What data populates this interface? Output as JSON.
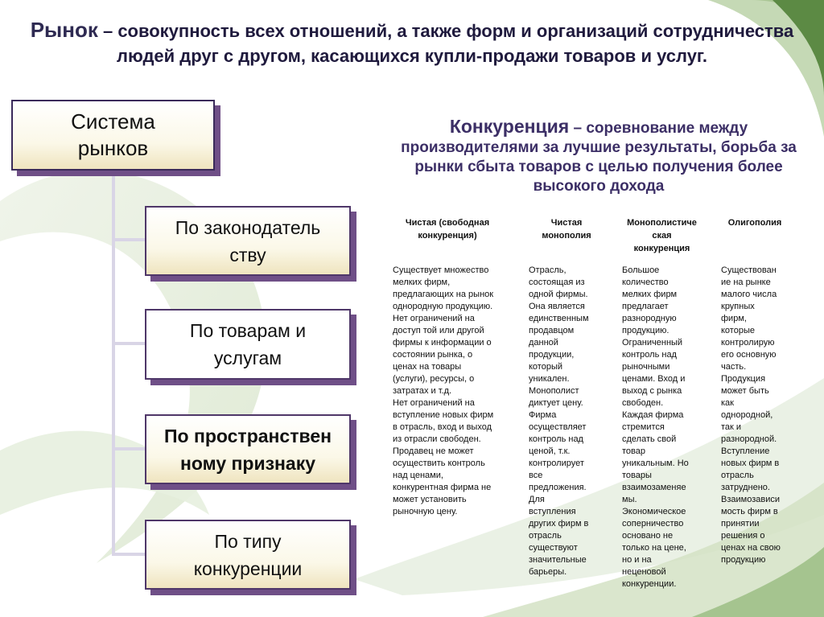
{
  "title": {
    "term": "Рынок",
    "definition": " – совокупность всех отношений, а также форм и организаций сотрудничества людей друг с другом, касающихся купли-продажи товаров и услуг."
  },
  "tree": {
    "root": [
      "Система",
      "рынков"
    ],
    "children": [
      [
        "По законодатель",
        "ству"
      ],
      [
        "По товарам и",
        "услугам"
      ],
      [
        "По пространствен",
        "ному признаку"
      ],
      [
        "По типу",
        "конкуренции"
      ]
    ]
  },
  "competition": {
    "term": "Конкуренция",
    "definition": " – соревнование между производителями за лучшие результаты, борьба за рынки сбыта товаров с целью получения более высокого дохода"
  },
  "table": {
    "headers": [
      [
        "Чистая (свободная",
        "конкуренция)"
      ],
      [
        "Чистая",
        "монополия"
      ],
      [
        "Монополистиче",
        "ская",
        "конкуренция"
      ],
      [
        "Олигополия"
      ]
    ],
    "columns": [
      [
        "Существует множество",
        "мелких фирм,",
        "предлагающих на рынок",
        "однородную продукцию.",
        "Нет ограничений на",
        "доступ той или другой",
        "фирмы к информации о",
        "состоянии рынка, о",
        "ценах на товары",
        "(услуги), ресурсы, о",
        "затратах и т.д.",
        "Нет ограничений на",
        "вступление новых фирм",
        "в отрасль, вход и выход",
        "из отрасли свободен.",
        "Продавец не может",
        "осуществить контроль",
        "над ценами,",
        "конкурентная фирма не",
        "может установить",
        "рыночную цену."
      ],
      [
        "Отрасль,",
        "состоящая из",
        "одной фирмы.",
        "Она является",
        "единственным",
        "продавцом",
        "данной",
        "продукции,",
        "который",
        "уникален.",
        "Монополист",
        "диктует цену.",
        "Фирма",
        "осуществляет",
        "контроль над",
        "ценой, т.к.",
        "контролирует",
        "все",
        "предложения.",
        "Для",
        "вступления",
        "других фирм в",
        "отрасль",
        "существуют",
        "значительные",
        "барьеры."
      ],
      [
        "Большое",
        "количество",
        "мелких фирм",
        "предлагает",
        "разнородную",
        "продукцию.",
        "Ограниченный",
        "контроль над",
        "рыночными",
        "ценами. Вход и",
        "выход с рынка",
        "свободен.",
        "Каждая фирма",
        "стремится",
        "сделать свой",
        "товар",
        "уникальным. Но",
        "товары",
        "взаимозаменяе",
        "мы.",
        "Экономическое",
        "соперничество",
        "основано не",
        "только на цене,",
        "но и на",
        "неценовой",
        "конкуренции."
      ],
      [
        "Существован",
        "ие на рынке",
        "малого числа",
        "крупных",
        "фирм,",
        "которые",
        "контролирую",
        "его основную",
        "часть.",
        "Продукция",
        "может быть",
        "как",
        "однородной,",
        "так и",
        "разнородной.",
        "Вступление",
        "новых фирм в",
        "отрасль",
        "затруднено.",
        "Взаимозависи",
        "мость фирм в",
        "принятии",
        "решения о",
        "ценах на свою",
        "продукцию"
      ]
    ]
  },
  "colors": {
    "title": "#1f1a3d",
    "competition_text": "#3c2f66",
    "box_border": "#4f3769",
    "box_shadow": "#6f4f87",
    "connector": "#d9d5e6",
    "swirl_green": "#7aa05c"
  }
}
